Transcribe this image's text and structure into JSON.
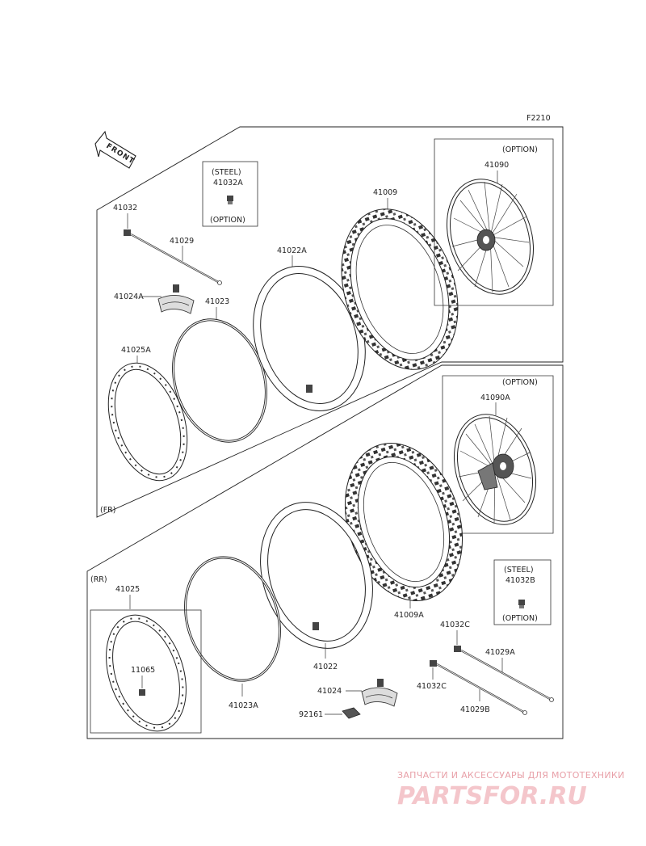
{
  "figure_code": "F2210",
  "front_arrow_label": "FRONT",
  "labels": {
    "front_section": "(FR)",
    "rear_section": "(RR)",
    "steel_front": "(STEEL)",
    "steel_rear": "(STEEL)",
    "option_front_valve": "(OPTION)",
    "option_rear_valve": "(OPTION)",
    "option_front_wheel": "(OPTION)",
    "option_rear_wheel": "(OPTION)"
  },
  "parts": {
    "p41032": "41032",
    "p41032A": "41032A",
    "p41029": "41029",
    "p41024A": "41024A",
    "p41023": "41023",
    "p41022A": "41022A",
    "p41009": "41009",
    "p41090": "41090",
    "p41025A": "41025A",
    "p41090A": "41090A",
    "p41009A": "41009A",
    "p41032B": "41032B",
    "p41032C_a": "41032C",
    "p41029A": "41029A",
    "p41032C_b": "41032C",
    "p41029B": "41029B",
    "p41025": "41025",
    "p11065": "11065",
    "p41023A": "41023A",
    "p41022": "41022",
    "p41024": "41024",
    "p92161": "92161"
  },
  "watermark": {
    "caption": "ЗАПЧАСТИ И АКСЕССУАРЫ ДЛЯ МОТОТЕХНИКИ",
    "brand": "PARTSFOR.RU"
  }
}
